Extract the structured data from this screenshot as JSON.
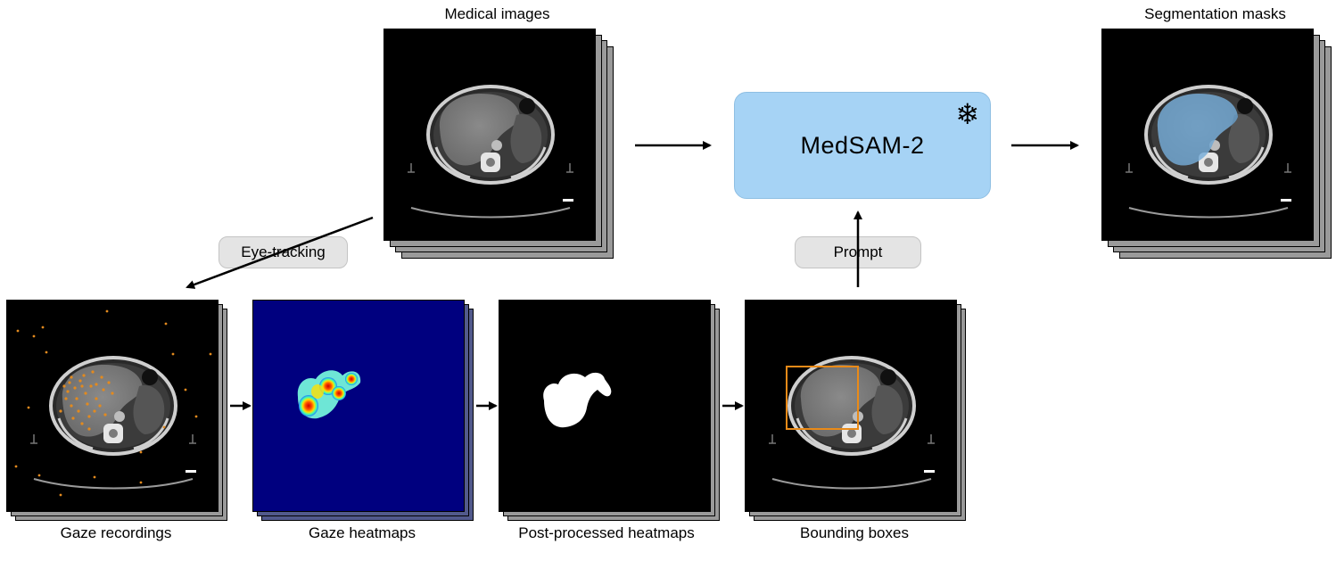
{
  "labels": {
    "medical_images": "Medical images",
    "segmentation_masks": "Segmentation masks",
    "gaze_recordings": "Gaze recordings",
    "gaze_heatmaps": "Gaze heatmaps",
    "post_processed_heatmaps": "Post-processed heatmaps",
    "bounding_boxes": "Bounding boxes"
  },
  "pills": {
    "eye_tracking": "Eye-tracking",
    "prompt": "Prompt"
  },
  "model": {
    "name": "MedSAM-2",
    "status_icon": "snowflake-icon",
    "status_glyph": "❄",
    "color": "#a6d3f5"
  },
  "colors": {
    "gaze_points": "#e38a1e",
    "bounding_box": "#e98a18",
    "mask_overlay": "#6aa6d6",
    "heatmap_background": "#00007f"
  }
}
